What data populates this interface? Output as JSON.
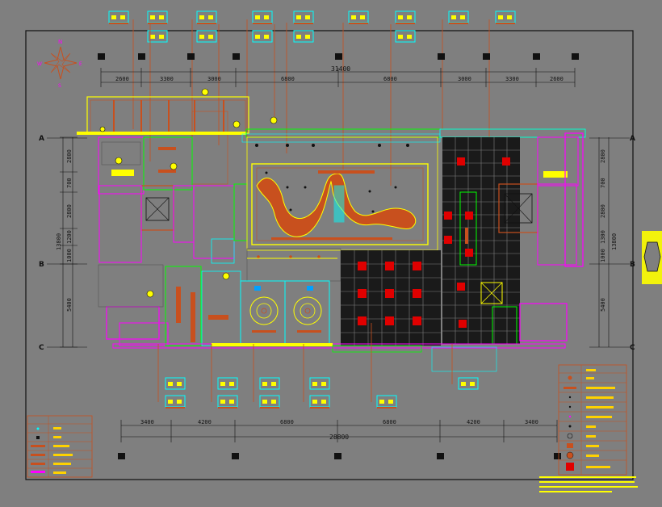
{
  "top_dims": [
    "2600",
    "3300",
    "3000",
    "6800",
    "6800",
    "3000",
    "3300",
    "2600"
  ],
  "top_total": "31400",
  "bottom_dims": [
    "3400",
    "4200",
    "6800",
    "6800",
    "4200",
    "3400"
  ],
  "bottom_total": "28800",
  "rows": [
    "A",
    "B",
    "C"
  ],
  "left_dims": [
    "2800",
    "700",
    "2800",
    "1200",
    "1000",
    "5400"
  ],
  "left_total": "13800",
  "right_dims": [
    "2800",
    "700",
    "2800",
    "1300",
    "1000",
    "5400"
  ],
  "right_total": "13800",
  "compass": {
    "n": "N",
    "s": "S",
    "e": "E",
    "w": "W"
  },
  "colors": {
    "background": "#7f7f7f",
    "wall": "#ff00ff",
    "line": "#ffff00",
    "cyan": "#00ffff",
    "green": "#00ff00",
    "red": "#ff0000",
    "orange": "#c8501e",
    "dark": "#1a1a1a"
  }
}
